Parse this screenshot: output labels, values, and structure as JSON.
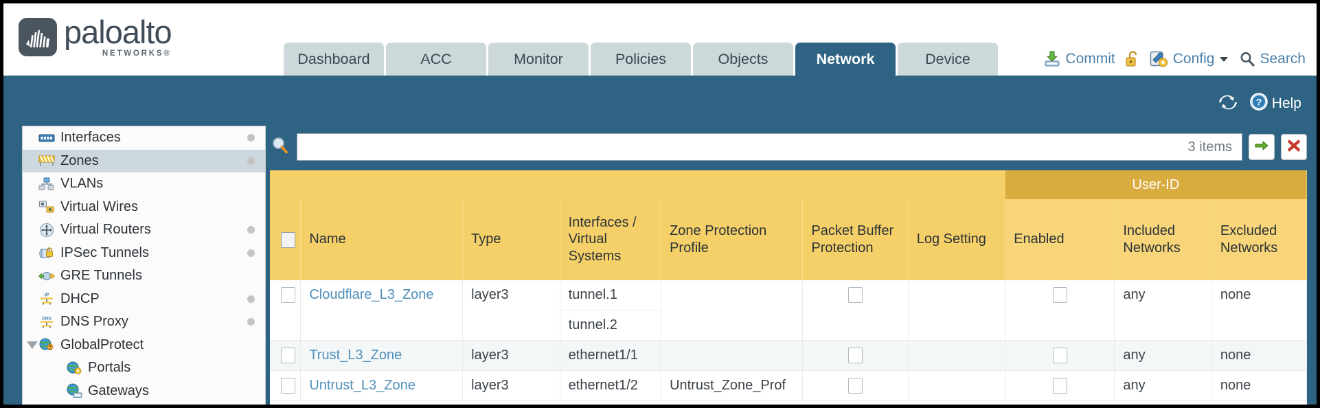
{
  "brand": {
    "name": "paloalto",
    "tagline": "NETWORKS",
    "registered": "®"
  },
  "nav": {
    "tabs": [
      {
        "label": "Dashboard",
        "active": false
      },
      {
        "label": "ACC",
        "active": false
      },
      {
        "label": "Monitor",
        "active": false
      },
      {
        "label": "Policies",
        "active": false
      },
      {
        "label": "Objects",
        "active": false
      },
      {
        "label": "Network",
        "active": true
      },
      {
        "label": "Device",
        "active": false
      }
    ]
  },
  "top_actions": {
    "commit": "Commit",
    "lock": "",
    "config": "Config",
    "search": "Search"
  },
  "blue_band": {
    "refresh": "",
    "help": "Help"
  },
  "sidebar": {
    "items": [
      {
        "label": "Interfaces",
        "icon": "interfaces-icon",
        "selected": false,
        "dot": true,
        "child": false,
        "caret": false
      },
      {
        "label": "Zones",
        "icon": "zones-icon",
        "selected": true,
        "dot": true,
        "child": false,
        "caret": false
      },
      {
        "label": "VLANs",
        "icon": "vlans-icon",
        "selected": false,
        "dot": false,
        "child": false,
        "caret": false
      },
      {
        "label": "Virtual Wires",
        "icon": "virtual-wires-icon",
        "selected": false,
        "dot": false,
        "child": false,
        "caret": false
      },
      {
        "label": "Virtual Routers",
        "icon": "virtual-routers-icon",
        "selected": false,
        "dot": true,
        "child": false,
        "caret": false
      },
      {
        "label": "IPSec Tunnels",
        "icon": "ipsec-tunnels-icon",
        "selected": false,
        "dot": true,
        "child": false,
        "caret": false
      },
      {
        "label": "GRE Tunnels",
        "icon": "gre-tunnels-icon",
        "selected": false,
        "dot": false,
        "child": false,
        "caret": false
      },
      {
        "label": "DHCP",
        "icon": "dhcp-icon",
        "selected": false,
        "dot": true,
        "child": false,
        "caret": false
      },
      {
        "label": "DNS Proxy",
        "icon": "dns-proxy-icon",
        "selected": false,
        "dot": true,
        "child": false,
        "caret": false
      },
      {
        "label": "GlobalProtect",
        "icon": "globalprotect-icon",
        "selected": false,
        "dot": false,
        "child": false,
        "caret": true
      },
      {
        "label": "Portals",
        "icon": "portals-icon",
        "selected": false,
        "dot": false,
        "child": true,
        "caret": false
      },
      {
        "label": "Gateways",
        "icon": "gateways-icon",
        "selected": false,
        "dot": false,
        "child": true,
        "caret": false
      }
    ]
  },
  "search": {
    "icon": "search-icon",
    "value": "",
    "placeholder": "",
    "item_count": "3 items",
    "apply_icon": "green-arrow-icon",
    "clear_icon": "red-x-icon"
  },
  "table": {
    "group_header": {
      "label": "User-ID",
      "span": 3
    },
    "columns": [
      "Name",
      "Type",
      "Interfaces / Virtual Systems",
      "Zone Protection Profile",
      "Packet Buffer Protection",
      "Log Setting",
      "Enabled",
      "Included Networks",
      "Excluded Networks"
    ],
    "columns_multiline": {
      "interfaces": [
        "Interfaces /",
        "Virtual",
        "Systems"
      ],
      "zone_protection": [
        "Zone Protection",
        "Profile"
      ],
      "packet_buffer": [
        "Packet Buffer",
        "Protection"
      ],
      "included": [
        "Included",
        "Networks"
      ],
      "excluded": [
        "Excluded",
        "Networks"
      ]
    },
    "rows": [
      {
        "selected": false,
        "name": "Cloudflare_L3_Zone",
        "type": "layer3",
        "interfaces": [
          "tunnel.1",
          "tunnel.2"
        ],
        "zone_protection_profile": "",
        "packet_buffer_protection": false,
        "log_setting": "",
        "user_id_enabled": false,
        "included_networks": "any",
        "excluded_networks": "none"
      },
      {
        "selected": false,
        "name": "Trust_L3_Zone",
        "type": "layer3",
        "interfaces": [
          "ethernet1/1"
        ],
        "zone_protection_profile": "",
        "packet_buffer_protection": false,
        "log_setting": "",
        "user_id_enabled": false,
        "included_networks": "any",
        "excluded_networks": "none"
      },
      {
        "selected": false,
        "name": "Untrust_L3_Zone",
        "type": "layer3",
        "interfaces": [
          "ethernet1/2"
        ],
        "zone_protection_profile": "Untrust_Zone_Prof",
        "packet_buffer_protection": false,
        "log_setting": "",
        "user_id_enabled": false,
        "included_networks": "any",
        "excluded_networks": "none"
      }
    ]
  },
  "colors": {
    "brand_blue": "#2f6384",
    "tab_inactive": "#cdd8da",
    "header_gold": "#f5d069",
    "group_gold": "#d8ac3e",
    "link_blue": "#4f8fba",
    "sidebar_selected": "#ccd8de"
  }
}
